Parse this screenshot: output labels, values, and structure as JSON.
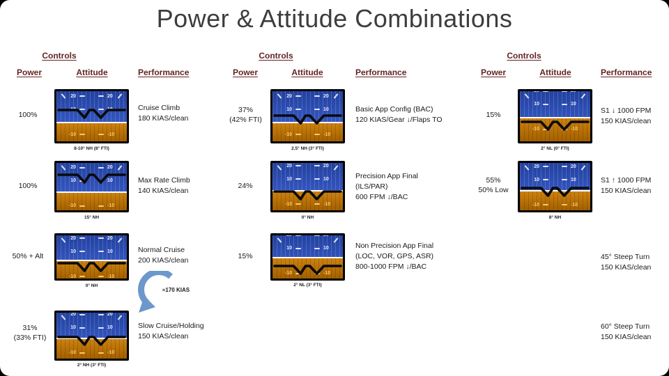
{
  "slide": {
    "title": "Power & Attitude Combinations"
  },
  "headers": {
    "controls": "Controls",
    "power": "Power",
    "attitude": "Attitude",
    "performance": "Performance"
  },
  "colors": {
    "header_text": "#632423",
    "arrow_blue": "#6c98cb",
    "ai_sky": "#2a49b8",
    "ai_ground": "#bd7204"
  },
  "ai": {
    "p20": "20",
    "p10": "10",
    "m10": "-10"
  },
  "arrow_label": "≈170 KIAS",
  "columns": [
    {
      "rows": [
        {
          "power": [
            "100%"
          ],
          "caption": "8-10° NH (8° FTI)",
          "perf": [
            "Cruise Climb",
            "180 KIAS/clean"
          ]
        },
        {
          "power": [
            "100%"
          ],
          "caption": "15° NH",
          "perf": [
            "Max Rate Climb",
            "140 KIAS/clean"
          ]
        },
        {
          "power": [
            "50% + Alt"
          ],
          "caption": "0° NH",
          "perf": [
            "Normal Cruise",
            "200 KIAS/clean"
          ]
        },
        {
          "power": [
            "31%",
            "(33% FTI)"
          ],
          "caption": "2° NH (3° FTI)",
          "perf": [
            "Slow Cruise/Holding",
            "150 KIAS/clean"
          ]
        }
      ]
    },
    {
      "rows": [
        {
          "power": [
            "37%",
            "(42% FTI)"
          ],
          "caption": "2.5° NH (3° FTI)",
          "perf": [
            "Basic App Config (BAC)",
            "120 KIAS/Gear ↓/Flaps TO"
          ]
        },
        {
          "power": [
            "24%"
          ],
          "caption": "0° NH",
          "perf": [
            "Precision App Final",
            "(ILS/PAR)",
            "600 FPM ↓/BAC"
          ]
        },
        {
          "power": [
            "15%"
          ],
          "caption": "2° NL (3° FTI)",
          "perf": [
            "Non Precision App Final",
            "(LOC, VOR, GPS, ASR)",
            "800-1000 FPM ↓/BAC"
          ]
        }
      ]
    },
    {
      "rows": [
        {
          "power": [
            "15%"
          ],
          "caption": "2° NL (0° FTI)",
          "perf": [
            "S1 ↓ 1000 FPM",
            "150 KIAS/clean"
          ]
        },
        {
          "power": [
            "55%",
            "50% Low"
          ],
          "caption": "8° NH",
          "perf": [
            "S1 ↑ 1000 FPM",
            "150 KIAS/clean"
          ]
        },
        {
          "perf": [
            "45° Steep Turn",
            "150 KIAS/clean"
          ]
        },
        {
          "perf": [
            "60° Steep Turn",
            "150 KIAS/clean"
          ]
        }
      ]
    }
  ]
}
